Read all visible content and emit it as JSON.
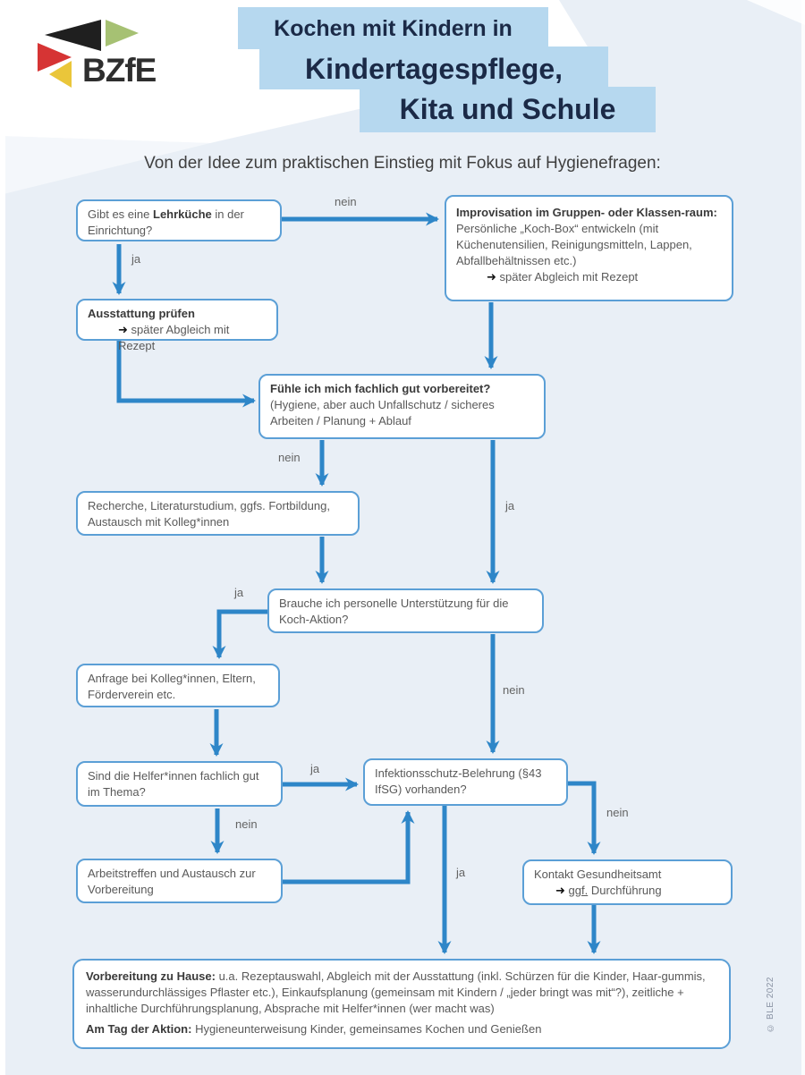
{
  "page": {
    "background": "#e9eff6",
    "accent_blue": "#2e86c8",
    "box_border_blue": "#5b9fd6",
    "title_highlight": "#b6d8ef"
  },
  "logo": {
    "text": "BZfE",
    "triangle_colors": {
      "black": "#1f1f1f",
      "green": "#a6c173",
      "red": "#d63434",
      "yellow": "#eac63a"
    }
  },
  "header": {
    "title_line1": "Kochen mit Kindern in",
    "title_line2": "Kindertagespflege,",
    "title_line3": "Kita und Schule",
    "subtitle": "Von der Idee zum praktischen Einstieg mit Fokus auf Hygienefragen:"
  },
  "glyphs": {
    "arrow": "➜"
  },
  "flow": {
    "lehrkueche": {
      "t1": "Gibt es eine ",
      "t2": "Lehrküche",
      "t3": " in der Einrichtung?"
    },
    "improvisation": {
      "bold": "Improvisation im Gruppen- oder Klassen-raum:",
      "text": " Persönliche „Koch-Box“ entwickeln (mit Küchenutensilien, Reinigungsmitteln, Lappen, Abfallbehältnissen etc.)",
      "arrow_text": "später Abgleich mit Rezept"
    },
    "ausstattung": {
      "bold": "Ausstattung prüfen",
      "arrow_text": "später Abgleich mit Rezept"
    },
    "fuehle": {
      "bold": "Fühle ich mich fachlich gut vorbereitet?",
      "text": "(Hygiene, aber auch Unfallschutz / sicheres Arbeiten / Planung + Ablauf"
    },
    "recherche": {
      "text": "Recherche, Literaturstudium, ggfs. Fortbildung, Austausch mit Kolleg*innen"
    },
    "brauche": {
      "text": "Brauche ich personelle Unterstützung für die Koch-Aktion?"
    },
    "anfrage": {
      "text": "Anfrage bei Kolleg*innen, Eltern, Förderverein etc."
    },
    "helfer": {
      "text": "Sind die Helfer*innen fachlich gut im Thema?"
    },
    "infektionsschutz": {
      "text": "Infektionsschutz-Belehrung (§43 IfSG) vorhanden?"
    },
    "arbeitstreffen": {
      "text": "Arbeitstreffen und Austausch zur Vorbereitung"
    },
    "kontakt": {
      "line1": "Kontakt Gesundheitsamt",
      "arrow_u": "ggf.",
      "arrow_tail": " Durchführung"
    },
    "vorbereitung": {
      "p1_bold": "Vorbereitung zu Hause:",
      "p1_text": " u.a. Rezeptauswahl, Abgleich mit der Ausstattung (inkl. Schürzen für die Kinder, Haar-gummis, wasserundurchlässiges Pflaster etc.), Einkaufsplanung (gemeinsam mit Kindern / „jeder bringt was mit“?), zeitliche + inhaltliche Durchführungsplanung, Absprache mit Helfer*innen (wer macht was)",
      "p2_bold": "Am Tag der Aktion:",
      "p2_text": " Hygieneunterweisung Kinder, gemeinsames Kochen und Genießen"
    }
  },
  "edges": {
    "lehrkueche_nein": "nein",
    "lehrkueche_ja": "ja",
    "fuehle_nein": "nein",
    "fuehle_ja": "ja",
    "brauche_ja": "ja",
    "brauche_nein": "nein",
    "helfer_ja": "ja",
    "helfer_nein": "nein",
    "infektions_ja": "ja",
    "infektions_nein": "nein"
  },
  "copyright": "© BLE 2022"
}
